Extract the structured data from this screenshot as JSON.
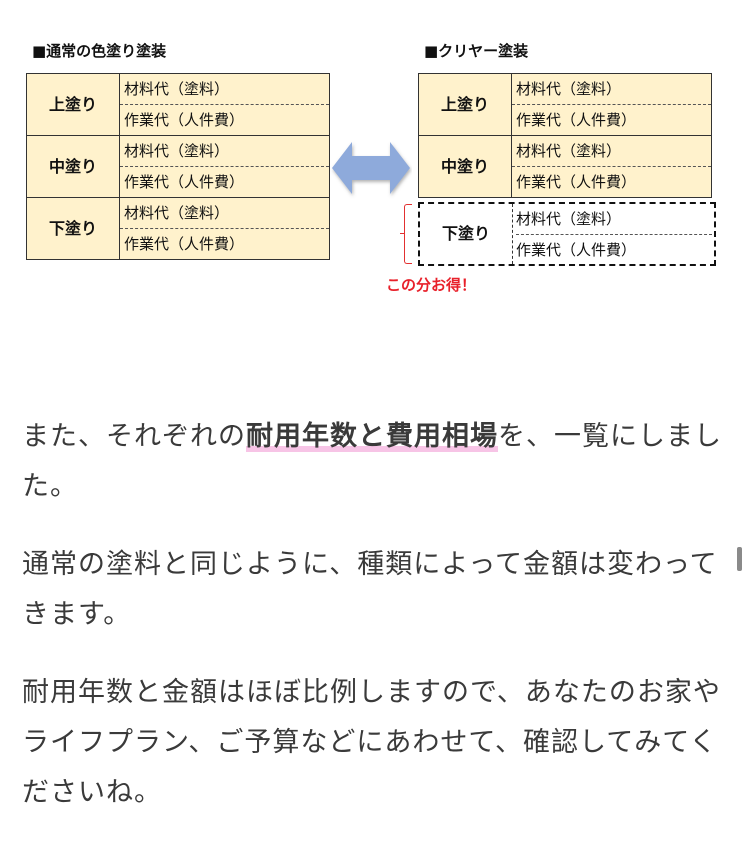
{
  "diagram": {
    "left_title": "■通常の色塗り塗装",
    "right_title": "■クリヤー塗装",
    "coats": [
      {
        "name": "上塗り",
        "material": "材料代（塗料）",
        "labor": "作業代（人件費）"
      },
      {
        "name": "中塗り",
        "material": "材料代（塗料）",
        "labor": "作業代（人件費）"
      },
      {
        "name": "下塗り",
        "material": "材料代（塗料）",
        "labor": "作業代（人件費）"
      }
    ],
    "savings_note": "この分お得！",
    "colors": {
      "cell_fill": "#fff2cc",
      "arrow": "#8eaadb",
      "savings": "#e8202a"
    }
  },
  "body": {
    "p1_before": "また、それぞれの",
    "p1_highlight": "耐用年数と費用相場",
    "p1_after": "を、一覧にしました。",
    "p2": "通常の塗料と同じように、種類によって金額は変わってきます。",
    "p3": "耐用年数と金額はほぼ比例しますので、あなたのお家やライフプラン、ご予算などにあわせて、確認してみてくださいね。"
  }
}
